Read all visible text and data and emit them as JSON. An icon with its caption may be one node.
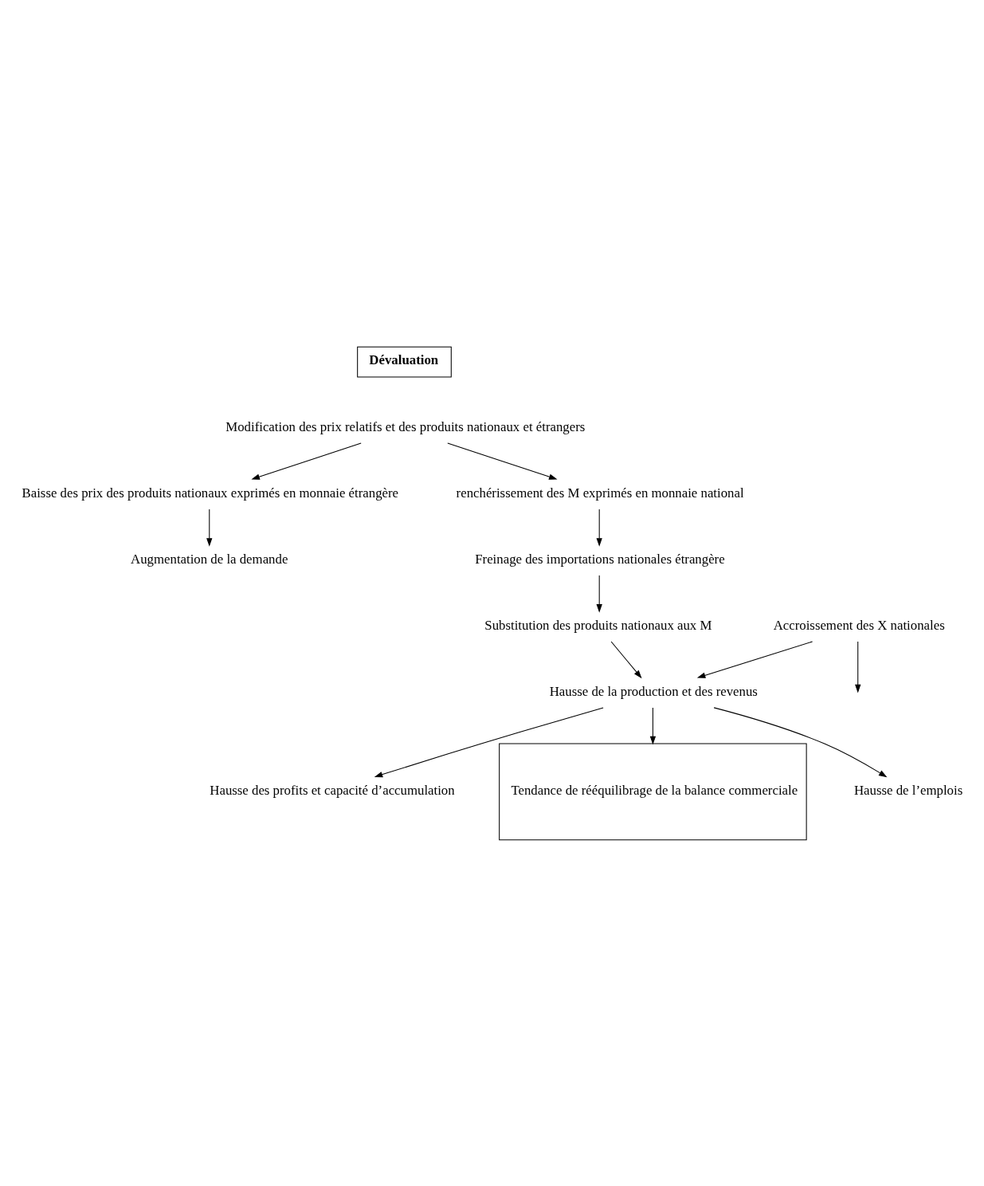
{
  "diagram": {
    "nodes": [
      {
        "text": [
          "Dévaluation"
        ]
      },
      {
        "text": [
          "Modification des prix relatifs et des produits nationaux et étrangers"
        ]
      },
      {
        "text": [
          "Baisse des prix des produits nationaux exprimés en monnaie étrangère"
        ]
      },
      {
        "text": [
          "renchérissement des M exprimés en monnaie national"
        ]
      },
      {
        "text": [
          "Augmentation de la demande"
        ]
      },
      {
        "text": [
          "Freinage des importations nationales étrangère"
        ]
      },
      {
        "text": [
          "Accroissement des X nationales"
        ]
      },
      {
        "text": [
          "Substitution des produits nationaux aux M"
        ]
      },
      {
        "text": [
          "Hausse de la production et des revenus"
        ]
      },
      {
        "text": [
          "Hausse des profits et capacité d’accumulation"
        ]
      },
      {
        "text": [
          "Tendance de rééquilibrage de la balance commerciale"
        ]
      },
      {
        "text": [
          "Hausse de l’emplois"
        ]
      }
    ],
    "edges": [
      {
        "from": 1,
        "to": 2,
        "arrow": "to"
      },
      {
        "from": 1,
        "to": 3,
        "arrow": "to"
      },
      {
        "from": 2,
        "to": 4,
        "arrow": "to"
      },
      {
        "from": 3,
        "to": 5,
        "arrow": "to"
      },
      {
        "from": 5,
        "to": 7,
        "arrow": "to"
      },
      {
        "from": 6,
        "to": null,
        "arrow": "to"
      },
      {
        "from": 6,
        "to": 8,
        "arrow": "to"
      },
      {
        "from": 7,
        "to": 8,
        "arrow": "to"
      },
      {
        "from": 8,
        "to": 9,
        "arrow": "to"
      },
      {
        "from": 8,
        "to": 10,
        "arrow": "to"
      },
      {
        "from": 8,
        "to": 11,
        "arrow": "to"
      }
    ]
  }
}
